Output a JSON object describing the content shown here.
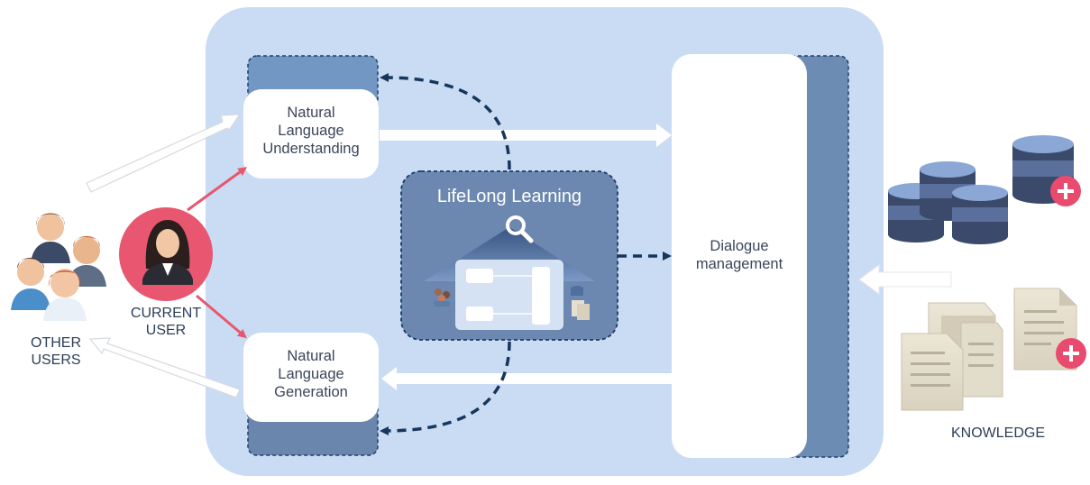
{
  "nodes": {
    "nlu": {
      "label_lines": [
        "Natural",
        "Language",
        "Understanding"
      ]
    },
    "nlg": {
      "label_lines": [
        "Natural",
        "Language",
        "Generation"
      ]
    },
    "dialogue": {
      "label_lines": [
        "Dialogue",
        "management"
      ]
    },
    "lifelong": {
      "title": "LifeLong Learning"
    }
  },
  "actors": {
    "current_user": {
      "label_lines": [
        "CURRENT",
        "USER"
      ]
    },
    "other_users": {
      "label_lines": [
        "OTHER",
        "USERS"
      ]
    }
  },
  "knowledge": {
    "label": "KNOWLEDGE"
  },
  "icons": {
    "search": "magnifier-icon",
    "add": "plus-icon",
    "database": "database-icon",
    "document": "document-icon",
    "person": "person-icon"
  },
  "colors": {
    "system_bg": "#c9dcf3",
    "module_dark": "#7093bf",
    "module_darker": "#6b86ad",
    "arrow_dashed": "#17365e",
    "arrow_red": "#e8576f",
    "user_badge": "#e8576f",
    "plus_badge": "#e94b6e"
  }
}
